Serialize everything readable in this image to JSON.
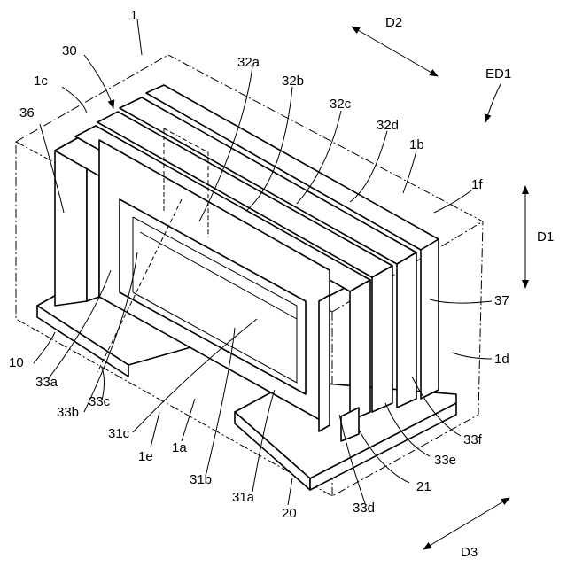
{
  "labels": {
    "l1": "1",
    "l30": "30",
    "l1c": "1c",
    "l36": "36",
    "l32a": "32a",
    "l32b": "32b",
    "l32c": "32c",
    "l32d": "32d",
    "l1b": "1b",
    "l1f": "1f",
    "lD2": "D2",
    "lED1": "ED1",
    "lD1": "D1",
    "l37": "37",
    "l1d": "1d",
    "l10": "10",
    "l33a": "33a",
    "l33b": "33b",
    "l33c": "33c",
    "l31c": "31c",
    "l1e": "1e",
    "l1a": "1a",
    "l31b": "31b",
    "l31a": "31a",
    "l20": "20",
    "l33d": "33d",
    "l21": "21",
    "l33e": "33e",
    "l33f": "33f",
    "lD3": "D3"
  }
}
